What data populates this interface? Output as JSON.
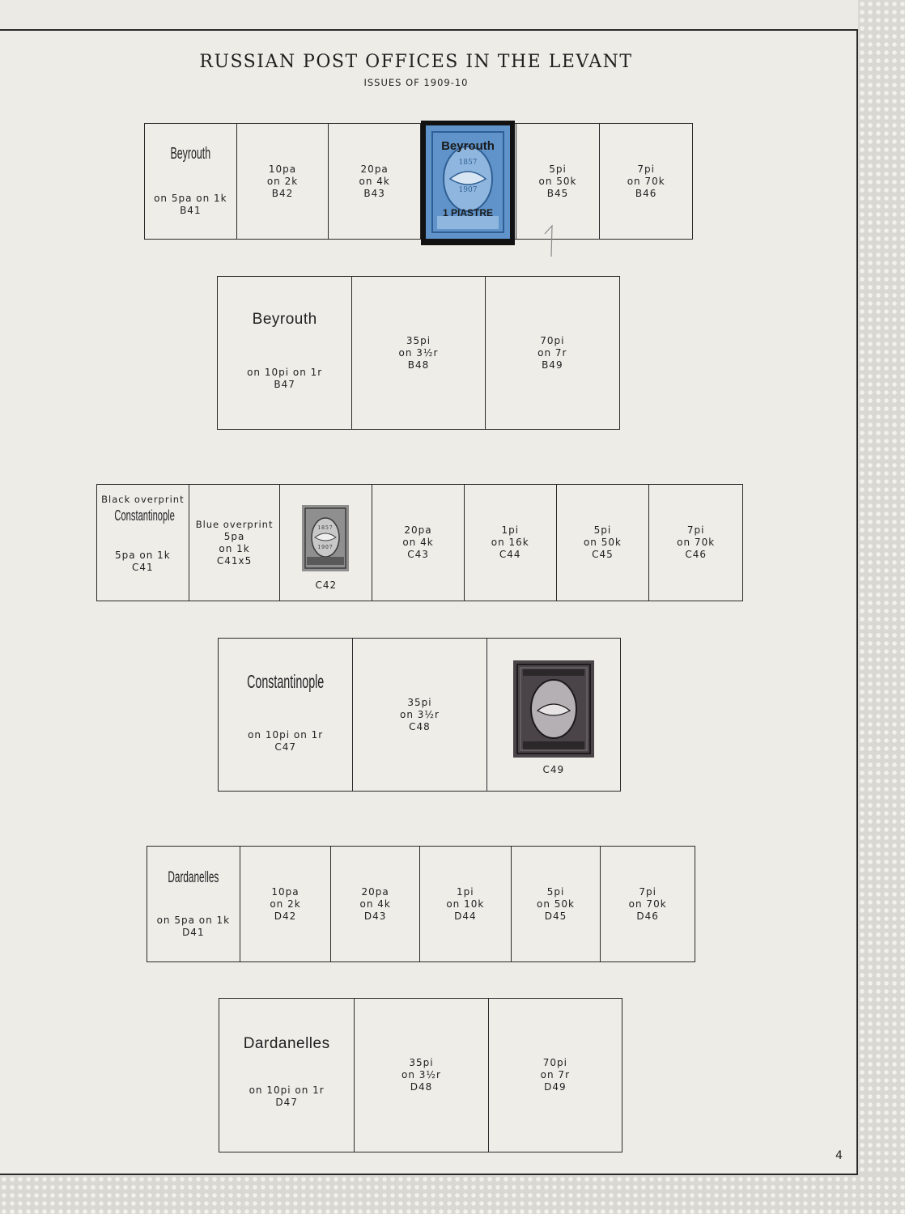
{
  "page": {
    "title": "RUSSIAN POST OFFICES IN THE LEVANT",
    "subtitle": "ISSUES OF 1909-10",
    "page_number": "4"
  },
  "row1": {
    "cells": [
      {
        "overprint": "Beyrouth",
        "value": "on 5pa on 1k",
        "number": "B41"
      },
      {
        "lines": [
          "10pa",
          "on 2k"
        ],
        "number": "B42"
      },
      {
        "lines": [
          "20pa",
          "on 4k"
        ],
        "number": "B43"
      },
      {
        "stamp": {
          "overprint_top": "Beyrouth",
          "year_top": "1857",
          "year_bottom": "1907",
          "value_bottom": "1 PIASTRE",
          "color": "#5f93c9"
        }
      },
      {
        "lines": [
          "5pi",
          "on 50k"
        ],
        "number": "B45"
      },
      {
        "lines": [
          "7pi",
          "on 70k"
        ],
        "number": "B46"
      }
    ]
  },
  "row2": {
    "cells": [
      {
        "overprint": "Beyrouth",
        "value": "on 10pi on 1r",
        "number": "B47"
      },
      {
        "lines": [
          "35pi",
          "on 3½r"
        ],
        "number": "B48"
      },
      {
        "lines": [
          "70pi",
          "on 7r"
        ],
        "number": "B49"
      }
    ]
  },
  "row3": {
    "cells": [
      {
        "heading": "Black overprint",
        "overprint": "Constantinople",
        "value": "5pa on 1k",
        "number": "C41"
      },
      {
        "lines": [
          "Blue overprint",
          "5pa",
          "on 1k"
        ],
        "number": "C41x5"
      },
      {
        "stamp": {
          "year_top": "1857",
          "year_bottom": "1907",
          "color": "#8a8a8a"
        },
        "number": "C42"
      },
      {
        "lines": [
          "20pa",
          "on 4k"
        ],
        "number": "C43"
      },
      {
        "lines": [
          "1pi",
          "on 16k"
        ],
        "number": "C44"
      },
      {
        "lines": [
          "5pi",
          "on 50k"
        ],
        "number": "C45"
      },
      {
        "lines": [
          "7pi",
          "on 70k"
        ],
        "number": "C46"
      }
    ]
  },
  "row4": {
    "cells": [
      {
        "overprint": "Constantinople",
        "value": "on 10pi on 1r",
        "number": "C47"
      },
      {
        "lines": [
          "35pi",
          "on 3½r"
        ],
        "number": "C48"
      },
      {
        "stamp": {
          "color": "#4a4448"
        },
        "number": "C49"
      }
    ]
  },
  "row5": {
    "cells": [
      {
        "overprint": "Dardanelles",
        "value": "on 5pa on 1k",
        "number": "D41"
      },
      {
        "lines": [
          "10pa",
          "on 2k"
        ],
        "number": "D42"
      },
      {
        "lines": [
          "20pa",
          "on 4k"
        ],
        "number": "D43"
      },
      {
        "lines": [
          "1pi",
          "on 10k"
        ],
        "number": "D44"
      },
      {
        "lines": [
          "5pi",
          "on 50k"
        ],
        "number": "D45"
      },
      {
        "lines": [
          "7pi",
          "on 70k"
        ],
        "number": "D46"
      }
    ]
  },
  "row6": {
    "cells": [
      {
        "overprint": "Dardanelles",
        "value": "on 10pi on 1r",
        "number": "D47"
      },
      {
        "lines": [
          "35pi",
          "on 3½r"
        ],
        "number": "D48"
      },
      {
        "lines": [
          "70pi",
          "on 7r"
        ],
        "number": "D49"
      }
    ]
  }
}
